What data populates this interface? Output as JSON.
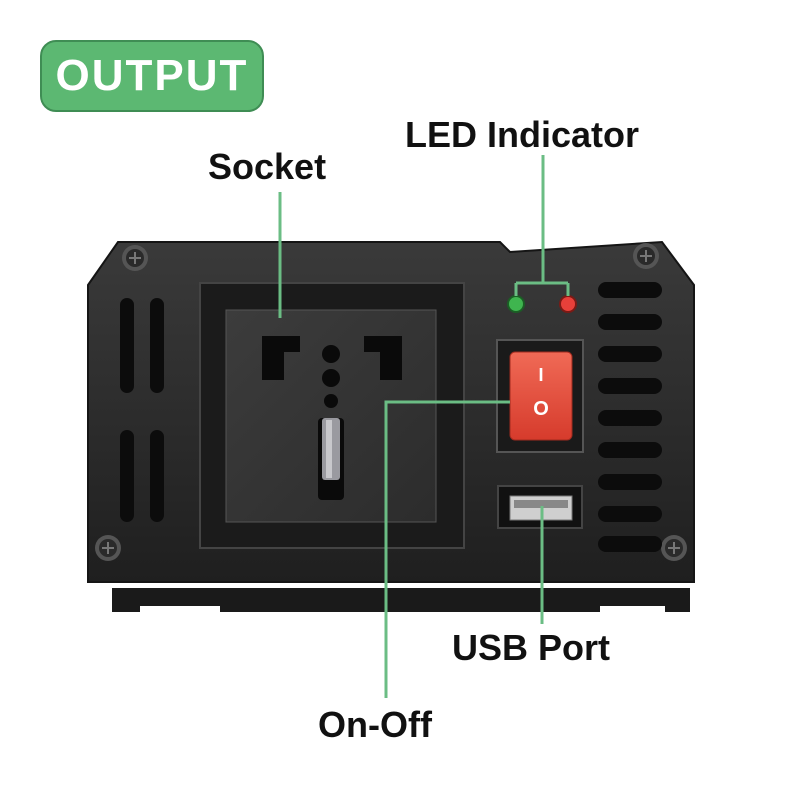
{
  "badge": {
    "text": "OUTPUT"
  },
  "labels": {
    "led": "LED Indicator",
    "socket": "Socket",
    "usb": "USB Port",
    "onoff": "On-Off"
  },
  "switch": {
    "on_mark": "I",
    "off_mark": "O"
  },
  "colors": {
    "badge": "#5cb872",
    "leader": "#6bbd84",
    "led_green": "#3fb54f",
    "led_red": "#e8403a",
    "switch": "#e8503f",
    "housing": "#2a2a2a",
    "faceplate": "#3a3a3a"
  },
  "icons": [
    "screw-icon",
    "vent-slot",
    "led-dot",
    "rocker-switch",
    "usb-port",
    "universal-socket"
  ]
}
